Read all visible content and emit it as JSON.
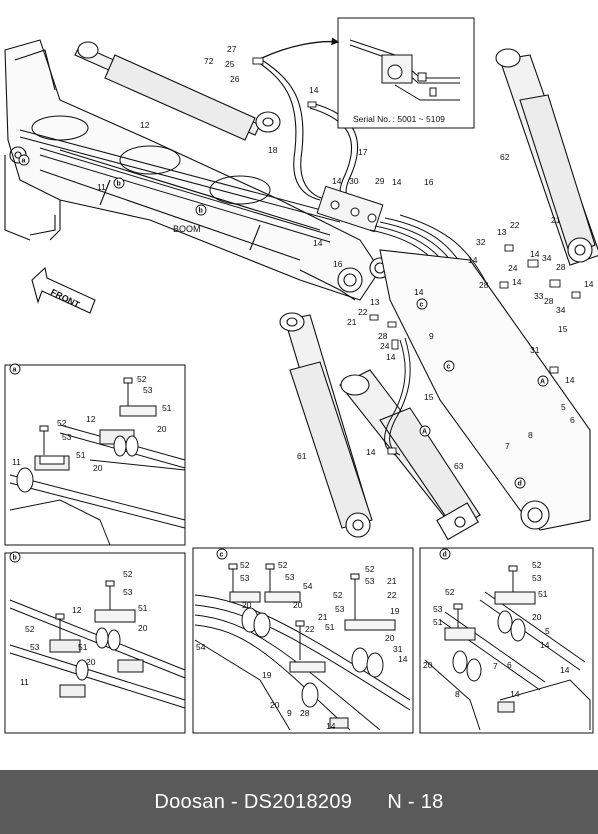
{
  "footer": {
    "brand": "Doosan",
    "separator": "-",
    "part_number": "DS2018209",
    "page": "N - 18"
  },
  "inset_top": {
    "serial": "Serial No. : 5001 ~ 5109"
  },
  "main_labels": {
    "boom": "BOOM",
    "front": "FRONT"
  },
  "detail_letters": {
    "a": "a",
    "b": "b",
    "c": "c",
    "d": "d",
    "A": "A"
  },
  "callouts": {
    "n72": "72",
    "n27": "27",
    "n25": "25",
    "n26": "26",
    "n14": "14",
    "n12": "12",
    "n11": "11",
    "n18": "18",
    "n17": "17",
    "n30": "30",
    "n29": "29",
    "n16": "16",
    "n62": "62",
    "n13": "13",
    "n22": "22",
    "n21": "21",
    "n32": "32",
    "n24": "24",
    "n34": "34",
    "n28": "28",
    "n33": "33",
    "n15": "15",
    "n9": "9",
    "n31": "31",
    "n5": "5",
    "n6": "6",
    "n8": "8",
    "n7": "7",
    "n61": "61",
    "n63": "63",
    "n52": "52",
    "n53": "53",
    "n51": "51",
    "n20": "20",
    "n54": "54",
    "n19": "19"
  }
}
